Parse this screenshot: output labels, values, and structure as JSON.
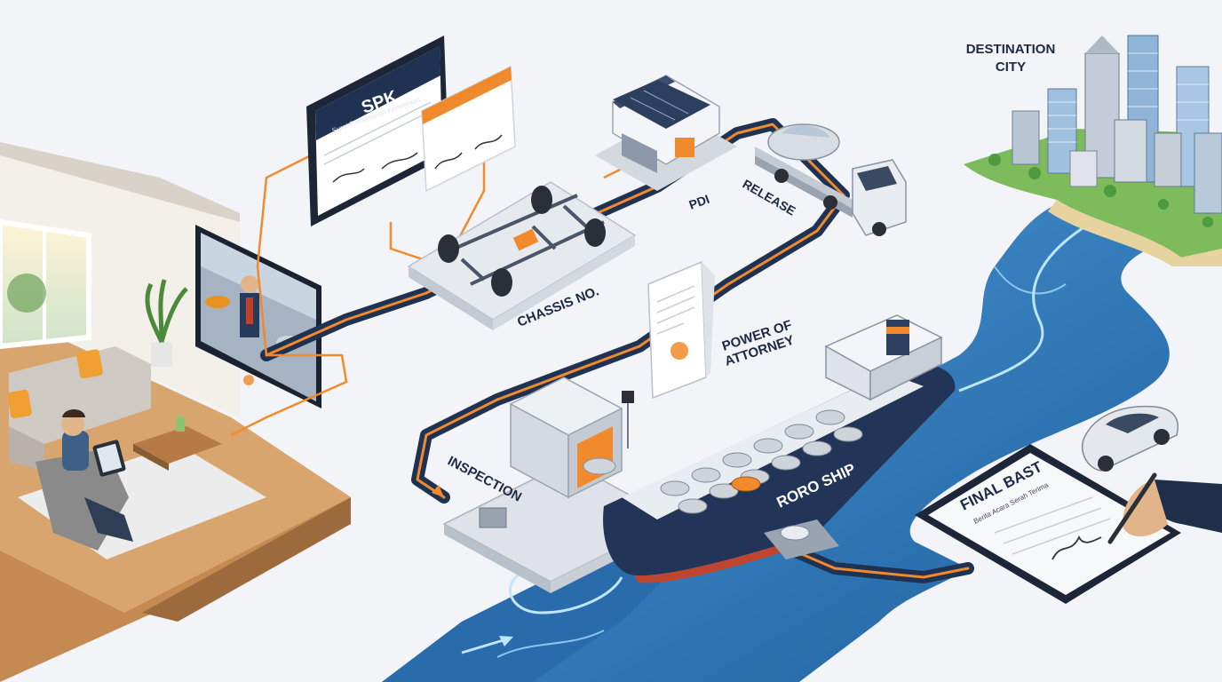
{
  "labels": {
    "spk_title": "SPK",
    "spk_subtitle": "Surat Pemesanan Kendaraan",
    "chassis": "CHASSIS NO.",
    "pdi": "PDI",
    "release": "RELEASE",
    "power_line1": "POWER OF",
    "power_line2": "ATTORNEY",
    "inspection": "INSPECTION",
    "roro": "RORO SHIP",
    "destination_line1": "DESTINATION",
    "destination_line2": "CITY",
    "final_bast": "FINAL BAST",
    "bast_subtitle": "Berita Acara Serah Terima"
  },
  "colors": {
    "route_navy": "#1f3252",
    "route_orange": "#f08a2c",
    "sea": "#2f78b8",
    "sea_light": "#5aa7e0",
    "floor": "#d9a56f",
    "ship_hull": "#223458",
    "ship_bottom": "#c0452e"
  }
}
